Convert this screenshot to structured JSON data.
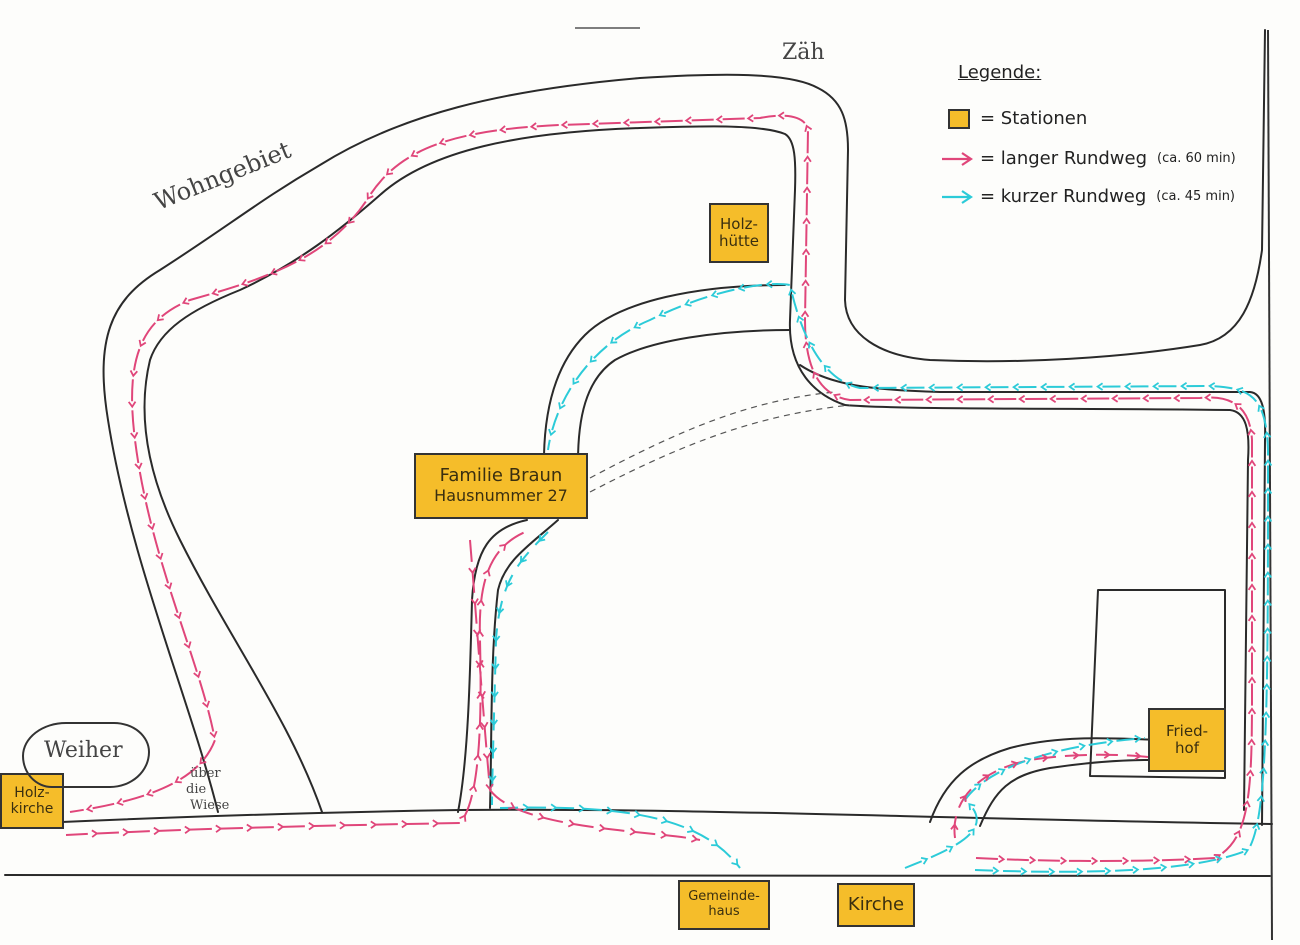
{
  "map": {
    "labels": {
      "top_road": "Zäh",
      "residential": "Wohngebiet",
      "meadow_line1": "über",
      "meadow_line2": "die",
      "meadow_line3": "Wiese"
    },
    "pond": {
      "name": "Weiher"
    },
    "stations": {
      "holzhuette": {
        "line1": "Holz-",
        "line2": "hütte"
      },
      "familie_braun": {
        "line1": "Familie Braun",
        "line2": "Hausnummer 27"
      },
      "holzkirche": {
        "line1": "Holz-",
        "line2": "kirche"
      },
      "friedhof": {
        "line1": "Fried-",
        "line2": "hof"
      },
      "gemeindehaus": {
        "line1": "Gemeinde-",
        "line2": "haus"
      },
      "kirche": {
        "line1": "Kirche"
      }
    },
    "legend": {
      "title": "Legende:",
      "station": "= Stationen",
      "long_route": "= langer Rundweg",
      "long_route_time": "(ca. 60 min)",
      "short_route": "= kurzer Rundweg",
      "short_route_time": "(ca. 45 min)"
    },
    "colors": {
      "station_fill": "#f5bd2a",
      "long_route": "#e0467a",
      "short_route": "#2ccbd8",
      "road": "#2a2a2a"
    }
  }
}
